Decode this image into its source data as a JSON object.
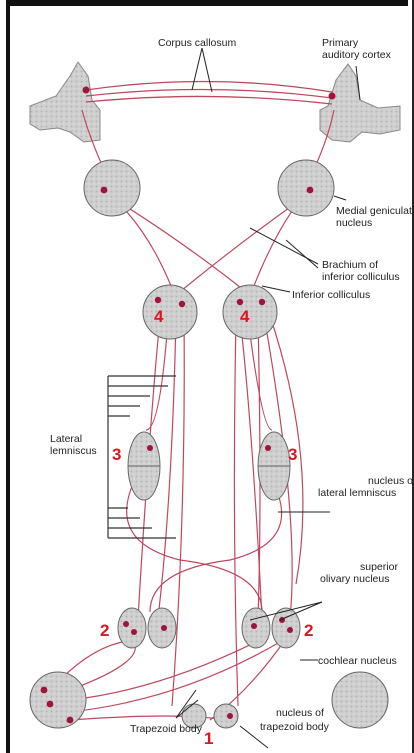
{
  "colors": {
    "pathway": "#c0485e",
    "cell": "#a0133a",
    "nucleus_fill": "#cfcfcf",
    "number": "#e0141e",
    "text": "#222222"
  },
  "labels": {
    "corpus_callosum": "Corpus callosum",
    "primary_auditory_cortex_1": "Primary",
    "primary_auditory_cortex_2": "auditory cortex",
    "medial_geniculate_1": "Medial geniculate",
    "medial_geniculate_2": "nucleus",
    "brachium_1": "Brachium of",
    "brachium_2": "inferior colliculus",
    "inferior_colliculus": "Inferior colliculus",
    "lateral_lemniscus_1": "Lateral",
    "lateral_lemniscus_2": "lemniscus",
    "nucleus_lateral_lemniscus_1": "nucleus of",
    "nucleus_lateral_lemniscus_2": "lateral lemniscus",
    "superior_olivary_1": "superior",
    "superior_olivary_2": "olivary nucleus",
    "cochlear_nucleus": "cochlear nucleus",
    "trapezoid_body": "Trapezoid body",
    "nucleus_trapezoid_1": "nucleus of",
    "nucleus_trapezoid_2": "trapezoid body"
  },
  "numbers": {
    "n4_left": "4",
    "n4_right": "4",
    "n3_left": "3",
    "n3_right": "3",
    "n2_left": "2",
    "n2_right": "2",
    "n1": "1"
  }
}
